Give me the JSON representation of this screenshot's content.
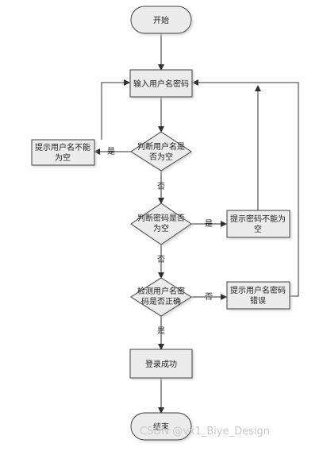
{
  "flowchart": {
    "start": "开始",
    "input": "输入用户名密码",
    "check_user_l1": "判断用户名是",
    "check_user_l2": "否为空",
    "user_empty_l1": "提示用户名不能",
    "user_empty_l2": "为空",
    "check_pwd_l1": "判断密码是否",
    "check_pwd_l2": "为空",
    "pwd_empty_l1": "提示密码不能为",
    "pwd_empty_l2": "空",
    "verify_l1": "检测用户名密",
    "verify_l2": "码是否正确",
    "wrong_l1": "提示用户名密码",
    "wrong_l2": "错误",
    "success": "登录成功",
    "end": "结束",
    "yes": "是",
    "no": "否"
  },
  "watermark": "CSDN @vx1_Biye_Design",
  "colors": {
    "shape_fill": "#ececec",
    "stroke": "#404040",
    "line": "#303030",
    "text": "#222222"
  }
}
